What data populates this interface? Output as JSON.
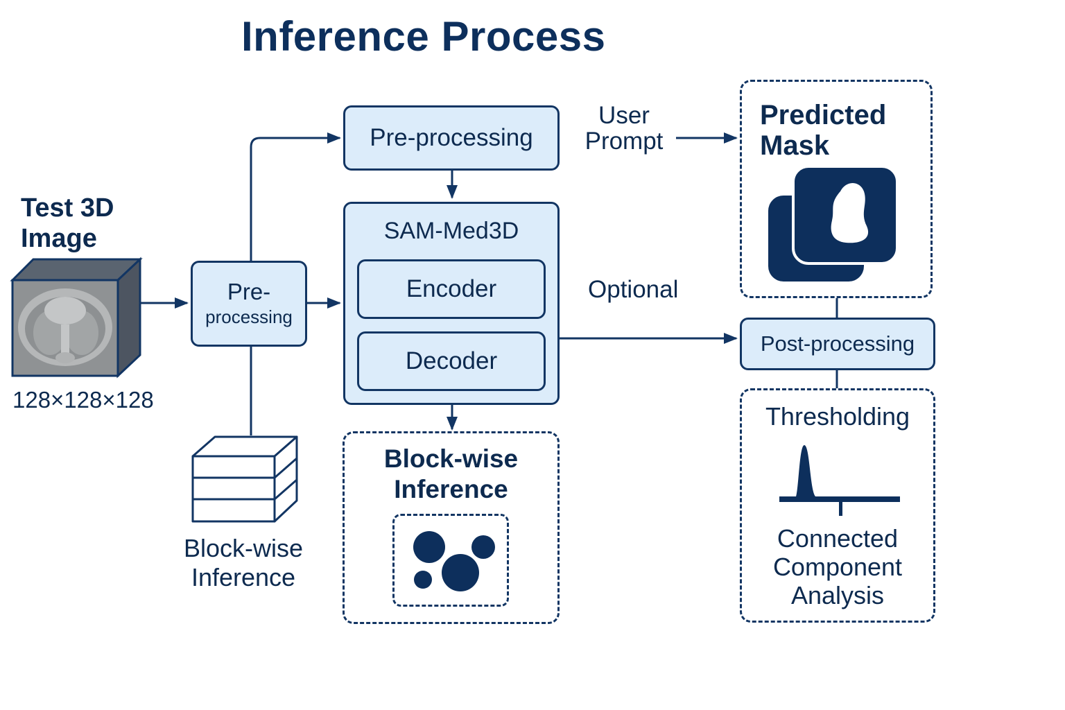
{
  "title": "Inference Process",
  "input": {
    "label_line1": "Test 3D",
    "label_line2": "Image",
    "size": "128×128×128"
  },
  "preprocess_left": {
    "line1": "Pre-",
    "line2": "processing"
  },
  "preprocess_top": "Pre-processing",
  "user_prompt": {
    "line1": "User",
    "line2": "Prompt"
  },
  "model": {
    "name": "SAM-Med3D",
    "encoder": "Encoder",
    "decoder": "Decoder"
  },
  "optional": "Optional",
  "predicted_mask": {
    "line1": "Predicted",
    "line2": "Mask"
  },
  "postprocess": "Post-processing",
  "thresholding": "Thresholding",
  "cca": {
    "line1": "Connected",
    "line2": "Component",
    "line3": "Analysis"
  },
  "blockwise_center": {
    "line1": "Block-wise",
    "line2": "Inference"
  },
  "blockwise_left": {
    "line1": "Block-wise",
    "line2": "Inference"
  },
  "colors": {
    "navy": "#123563",
    "fill": "#dcecfa",
    "dark": "#0d2f5c"
  }
}
